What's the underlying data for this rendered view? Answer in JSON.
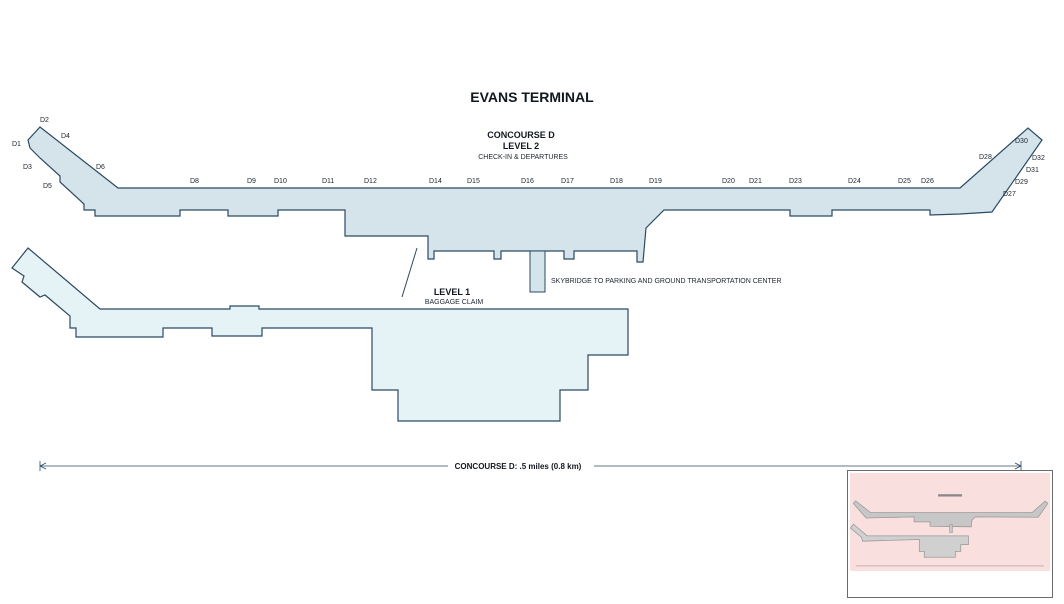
{
  "map": {
    "title": "EVANS TERMINAL",
    "level2": {
      "concourse": "CONCOURSE D",
      "level": "LEVEL 2",
      "subtitle": "CHECK-IN & DEPARTURES"
    },
    "level1": {
      "level": "LEVEL 1",
      "subtitle": "BAGGAGE CLAIM"
    },
    "skybridge_note": "SKYBRIDGE TO PARKING AND GROUND TRANSPORTATION CENTER",
    "scale_label": "CONCOURSE D: .5 miles (0.8 km)",
    "gates": [
      "D1",
      "D2",
      "D3",
      "D4",
      "D5",
      "D6",
      "D8",
      "D9",
      "D10",
      "D11",
      "D12",
      "D14",
      "D15",
      "D16",
      "D17",
      "D18",
      "D19",
      "D20",
      "D21",
      "D23",
      "D24",
      "D25",
      "D26",
      "D27",
      "D28",
      "D29",
      "D30",
      "D31",
      "D32"
    ],
    "colors": {
      "level2_fill": "#d4e4ea",
      "level1_fill": "#e6f3f6",
      "outline": "#2b4a63",
      "minimap_viewport": "#f9dcdc"
    }
  },
  "minimap": {
    "icon": "minimap-thumbnail"
  }
}
